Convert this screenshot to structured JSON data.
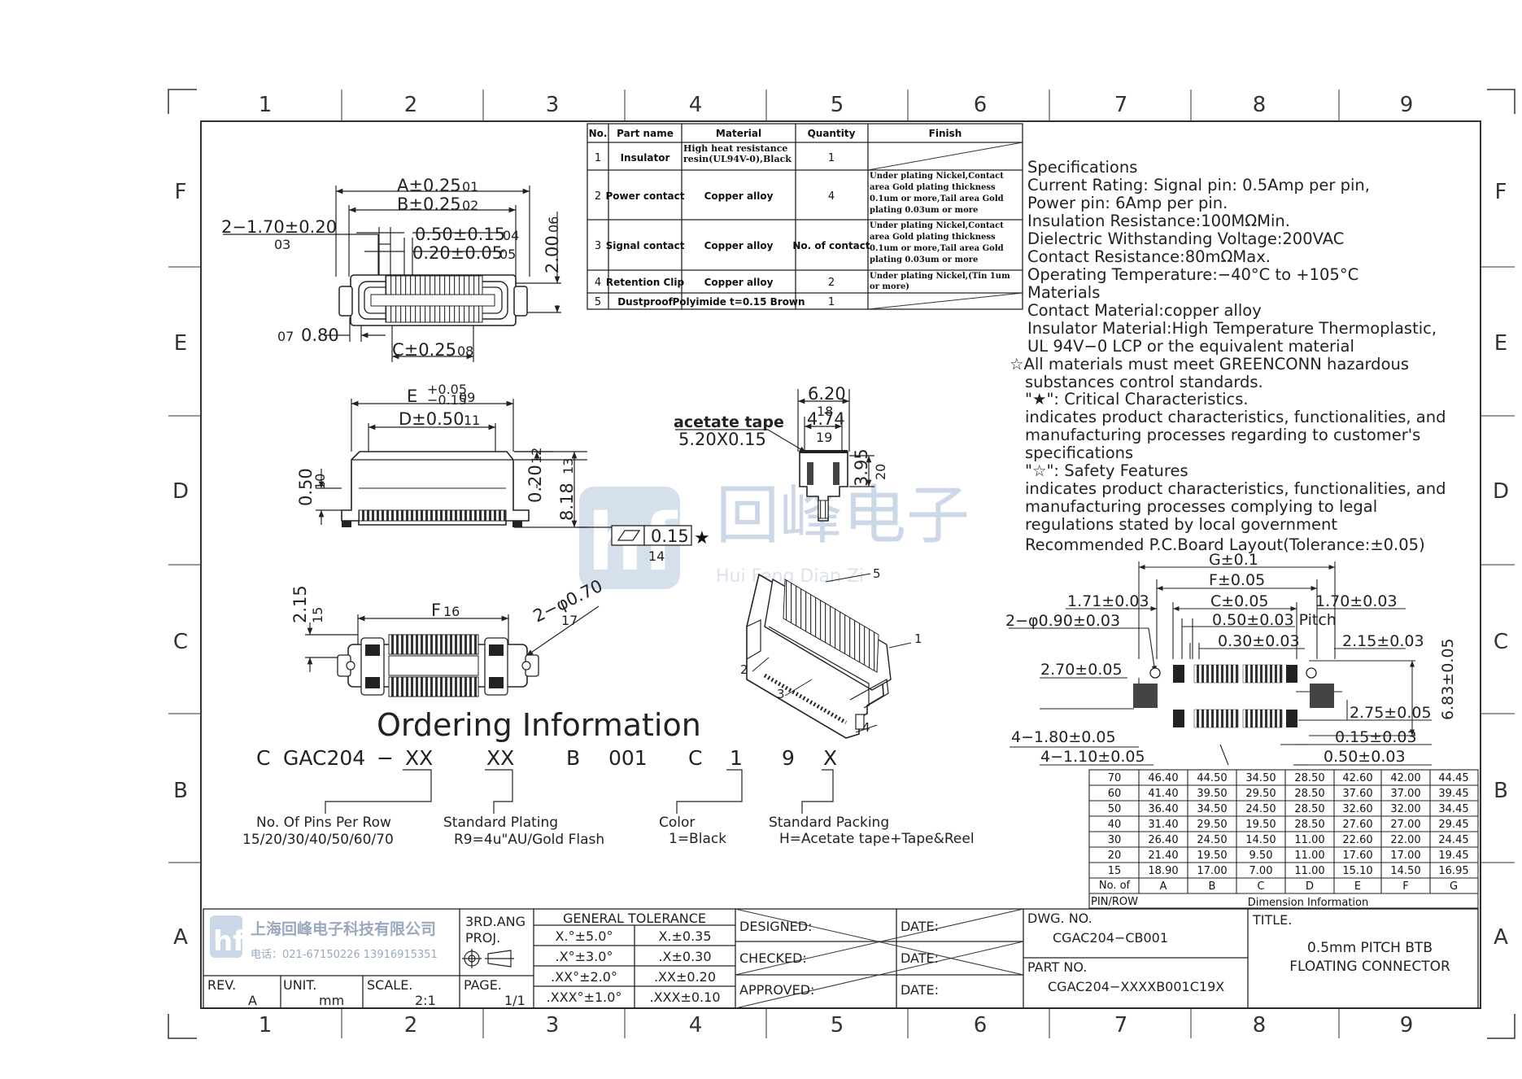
{
  "frame": {
    "col_labels": [
      "1",
      "2",
      "3",
      "4",
      "5",
      "6",
      "7",
      "8",
      "9"
    ],
    "row_labels": [
      "F",
      "E",
      "D",
      "C",
      "B",
      "A"
    ]
  },
  "bom": {
    "headers": [
      "No.",
      "Part name",
      "Material",
      "Quantity",
      "Finish"
    ],
    "rows": [
      {
        "no": "1",
        "part": "Insulator",
        "material": "High heat resistance resin(UL94V-0),Black",
        "qty": "1",
        "finish": ""
      },
      {
        "no": "2",
        "part": "Power contact",
        "material": "Copper alloy",
        "qty": "4",
        "finish": "Under plating Nickel,Contact area Gold plating thickness 0.1um or more,Tail area Gold plating 0.03um or more"
      },
      {
        "no": "3",
        "part": "Signal contact",
        "material": "Copper alloy",
        "qty": "No. of contact",
        "finish": "Under plating Nickel,Contact area Gold plating thickness 0.1um or more,Tail area Gold plating 0.03um or more"
      },
      {
        "no": "4",
        "part": "Retention Clip",
        "material": "Copper alloy",
        "qty": "2",
        "finish": "Under plating Nickel,(Tin 1um or more)"
      },
      {
        "no": "5",
        "part": "Dustproof",
        "material": "Polyimide t=0.15 Brown",
        "qty": "1",
        "finish": ""
      }
    ]
  },
  "specs": {
    "lines": [
      "Specifications",
      "Current Rating: Signal pin: 0.5Amp per pin,",
      "Power pin: 6Amp per pin.",
      "Insulation Resistance:100MΩMin.",
      "Dielectric Withstanding Voltage:200VAC",
      "Contact Resistance:80mΩMax.",
      "Operating Temperature:−40°C to +105°C",
      "Materials",
      "Contact Material:copper alloy",
      "Insulator Material:High Temperature Thermoplastic,",
      "UL 94V−0 LCP or the equivalent material",
      "☆All materials must meet GREENCONN hazardous",
      "substances control standards.",
      "\"★\": Critical Characteristics.",
      "indicates product characteristics, functionalities, and",
      "manufacturing processes regarding to customer's",
      "specifications",
      "\"☆\": Safety Features",
      "indicates product characteristics, functionalities, and",
      "manufacturing processes complying to legal",
      "regulations stated by local government",
      "Recommended P.C.Board Layout(Tolerance:±0.05)"
    ]
  },
  "dims": {
    "a": "A±0.25",
    "a_n": "01",
    "b": "B±0.25",
    "b_n": "02",
    "d1": "2−1.70±0.20",
    "d1_n": "03",
    "d4": "0.50±0.15",
    "d4_n": "04",
    "d5": "0.20±0.05",
    "d5_n": "05",
    "d6": "2.00",
    "d6_n": "06",
    "d7": "0.80",
    "d7_n": "07",
    "c": "C±0.25",
    "c_n": "08",
    "e": "E",
    "e_tol_up": "+0.05",
    "e_tol_dn": "−0.15",
    "e_n": "09",
    "d10": "0.50",
    "d10_n": "10",
    "d": "D±0.50",
    "d_n": "11",
    "d12": "0.20",
    "d12_n": "12",
    "d13": "8.18",
    "d13_n": "13",
    "flat": "0.15",
    "flat_n": "14",
    "d15": "2.15",
    "d15_n": "15",
    "f": "F",
    "f_n": "16",
    "hole": "2−φ0.70",
    "hole_n": "17",
    "t1": "6.20",
    "t1_n": "18",
    "t2": "4.74",
    "t2_n": "19",
    "t3": "3.95",
    "t3_n": "20",
    "tape_title": "acetate tape",
    "tape_size": "5.20X0.15"
  },
  "callouts": [
    "1",
    "2",
    "3",
    "4",
    "5"
  ],
  "watermark": {
    "cn": "回峰电子",
    "py": "Hui Feng Dian Zi"
  },
  "pcb": {
    "g": "G±0.1",
    "f": "F±0.05",
    "c": "C±0.05",
    "l1": "1.71±0.03",
    "r1": "1.70±0.03",
    "pitch": "0.50±0.03 Pitch",
    "p30": "0.30±0.03",
    "holes": "2−φ0.90±0.03",
    "w270": "2.70±0.05",
    "w215": "2.15±0.03",
    "h683": "6.83±0.05",
    "w275": "2.75±0.05",
    "b180": "4−1.80±0.05",
    "b110": "4−1.10±0.05",
    "b015": "0.15±0.03",
    "b050": "0.50±0.03"
  },
  "ordering": {
    "title": "Ordering Information",
    "code": [
      "C",
      "GAC204",
      "−",
      "XX",
      "XX",
      "B",
      "001",
      "C",
      "1",
      "9",
      "X"
    ],
    "notes": [
      {
        "h": "No. Of Pins Per Row",
        "v": "15/20/30/40/50/60/70"
      },
      {
        "h": "Standard Plating",
        "v": "R9=4u\"AU/Gold Flash"
      },
      {
        "h": "Color",
        "v": "1=Black"
      },
      {
        "h": "Standard Packing",
        "v": "H=Acetate tape+Tape&Reel"
      }
    ]
  },
  "dim_table": {
    "rows": [
      [
        "70",
        "46.40",
        "44.50",
        "34.50",
        "28.50",
        "42.60",
        "42.00",
        "44.45"
      ],
      [
        "60",
        "41.40",
        "39.50",
        "29.50",
        "28.50",
        "37.60",
        "37.00",
        "39.45"
      ],
      [
        "50",
        "36.40",
        "34.50",
        "24.50",
        "28.50",
        "32.60",
        "32.00",
        "34.45"
      ],
      [
        "40",
        "31.40",
        "29.50",
        "19.50",
        "28.50",
        "27.60",
        "27.00",
        "29.45"
      ],
      [
        "30",
        "26.40",
        "24.50",
        "14.50",
        "11.00",
        "22.60",
        "22.00",
        "24.45"
      ],
      [
        "20",
        "21.40",
        "19.50",
        "9.50",
        "11.00",
        "17.60",
        "17.00",
        "19.45"
      ],
      [
        "15",
        "18.90",
        "17.00",
        "7.00",
        "11.00",
        "15.10",
        "14.50",
        "16.95"
      ]
    ],
    "row_header_top": "No. of",
    "row_header_bot": "PIN/ROW",
    "cols": [
      "A",
      "B",
      "C",
      "D",
      "E",
      "F",
      "G"
    ],
    "caption": "Dimension Information"
  },
  "title_block": {
    "company": "上海回峰电子科技有限公司",
    "phone": "电话：021-67150226  13916915351",
    "proj_l1": "3RD.ANG",
    "proj_l2": "PROJ.",
    "gt_title": "GENERAL TOLERANCE",
    "gt": [
      [
        "X.°±5.0°",
        "X.±0.35"
      ],
      [
        ".X°±3.0°",
        ".X±0.30"
      ],
      [
        ".XX°±2.0°",
        ".XX±0.20"
      ],
      [
        ".XXX°±1.0°",
        ".XXX±0.10"
      ]
    ],
    "rev_l": "REV.",
    "rev": "A",
    "unit_l": "UNIT.",
    "unit": "mm",
    "scale_l": "SCALE.",
    "scale": "2:1",
    "page_l": "PAGE.",
    "page": "1/1",
    "designed": "DESIGNED:",
    "checked": "CHECKED:",
    "approved": "APPROVED:",
    "date": "DATE:",
    "dwg_l": "DWG. NO.",
    "dwg": "CGAC204−CB001",
    "part_l": "PART NO.",
    "part": "CGAC204−XXXXB001C19X",
    "title_l": "TITLE.",
    "title1": "0.5mm PITCH BTB",
    "title2": "FLOATING CONNECTOR"
  }
}
